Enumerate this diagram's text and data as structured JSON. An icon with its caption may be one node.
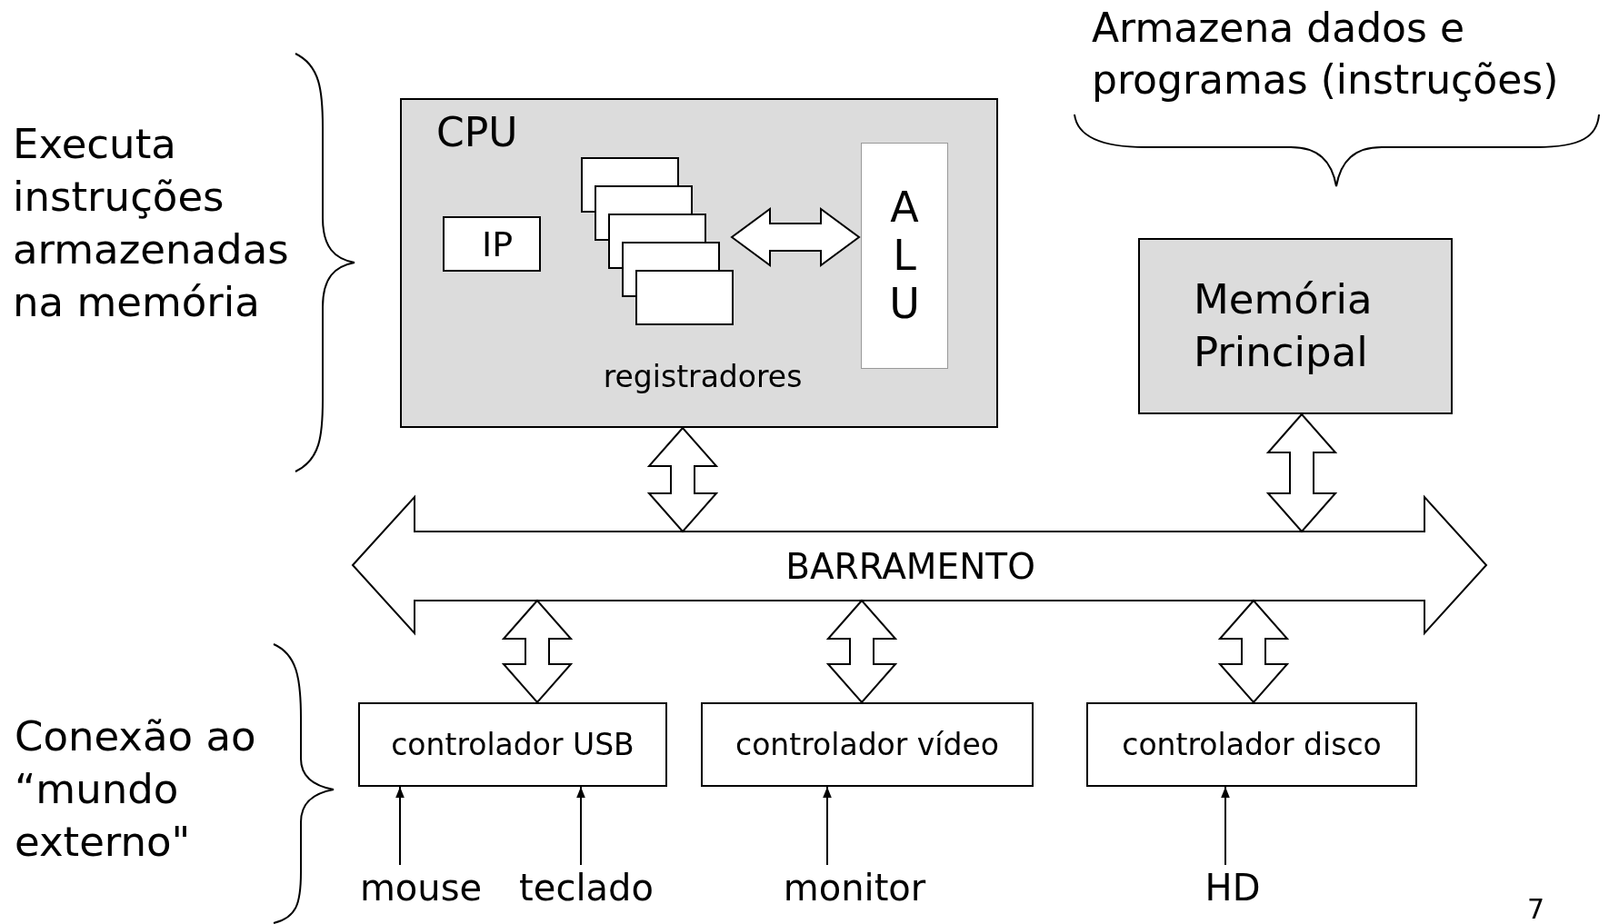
{
  "diagram": {
    "nodes": [
      {
        "text": [
          "CPU"
        ]
      },
      {
        "text": [
          "IP"
        ],
        "in": 0
      },
      {
        "text": [
          "A L U"
        ],
        "in": 0
      },
      {
        "text": [
          "registradores"
        ],
        "in": 0
      },
      {
        "text": [
          "Memória Principal"
        ]
      },
      {
        "text": [
          "BARRAMENTO"
        ]
      },
      {
        "text": [
          "controlador USB"
        ]
      },
      {
        "text": [
          "controlador vídeo"
        ]
      },
      {
        "text": [
          "controlador disco"
        ]
      },
      {
        "text": [
          "mouse"
        ]
      },
      {
        "text": [
          "teclado"
        ]
      },
      {
        "text": [
          "monitor"
        ]
      },
      {
        "text": [
          "HD"
        ]
      }
    ],
    "edges": [
      {
        "from": 3,
        "to": 2,
        "arrow": "both"
      },
      {
        "from": 0,
        "to": 5,
        "arrow": "both"
      },
      {
        "from": 4,
        "to": 5,
        "arrow": "both"
      },
      {
        "from": 5,
        "to": 6,
        "arrow": "both"
      },
      {
        "from": 5,
        "to": 7,
        "arrow": "both"
      },
      {
        "from": 5,
        "to": 8,
        "arrow": "both"
      },
      {
        "from": 9,
        "to": 6,
        "arrow": "to"
      },
      {
        "from": 10,
        "to": 6,
        "arrow": "to"
      },
      {
        "from": 11,
        "to": 7,
        "arrow": "to"
      },
      {
        "from": 12,
        "to": 8,
        "arrow": "to"
      }
    ],
    "labels": [
      "Armazena dados e programas (instruções)",
      "Executa instruções armazenadas na memória",
      "Conexão ao “mundo externo\"",
      "7"
    ]
  }
}
